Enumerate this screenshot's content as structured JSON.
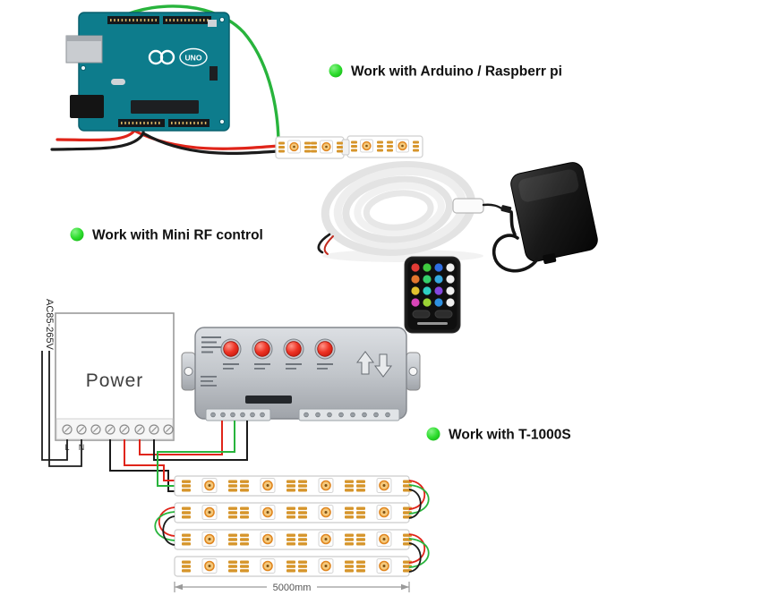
{
  "annotations": {
    "arduino": {
      "label": "Work with Arduino / Raspberr pi"
    },
    "mini_rf": {
      "label": "Work with Mini RF control"
    },
    "t1000s": {
      "label": "Work with T-1000S"
    }
  },
  "arduino_board": {
    "logo_text": "UNO"
  },
  "power_supply": {
    "label": "Power",
    "input_voltage": "AC85-265V",
    "terminal_l": "L",
    "terminal_n": "N"
  },
  "strip": {
    "length_label": "5000mm"
  },
  "colors": {
    "annotation_dot_green": "#2fdd2f",
    "board_teal": "#0d7c8c",
    "wire_red": "#e02419",
    "wire_green": "#28b43c",
    "wire_black": "#1b1b1b",
    "controller_button_red": "#e8281e",
    "solder_pad_gold": "#d6952b",
    "controller_body_gray": "#b9bdc3"
  }
}
